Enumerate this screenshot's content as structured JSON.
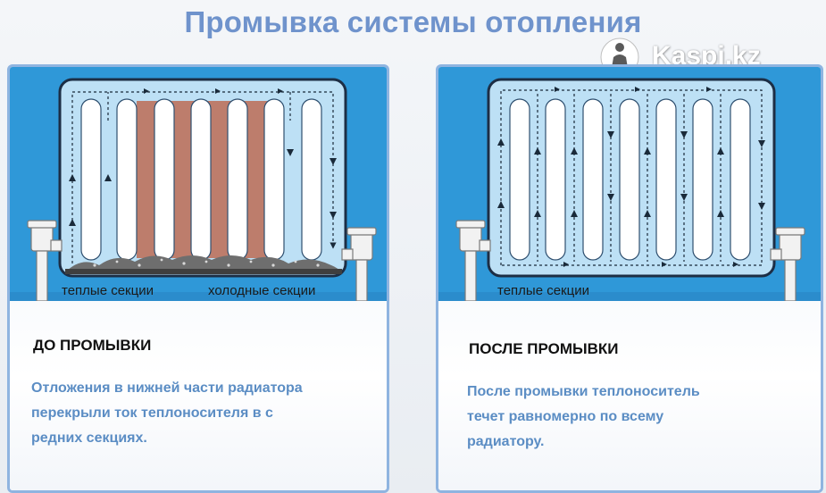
{
  "title": "Промывка системы отопления",
  "watermark": {
    "text": "Kaspi.kz"
  },
  "colors": {
    "background_blue": "#2f98d8",
    "radiator_fill": "#bde0f5",
    "cold_section": "#bd7d6c",
    "title": "#6f93cc",
    "caption": "#5b8dc4"
  },
  "before": {
    "heading": "ДО ПРОМЫВКИ",
    "label_warm": "теплые секции",
    "label_cold": "холодные секции",
    "description_lines": [
      "Отложения в нижней части радиатора",
      "перекрыли ток теплоносителя в с",
      "редних секциях."
    ]
  },
  "after": {
    "heading": "ПОСЛЕ ПРОМЫВКИ",
    "label_warm": "теплые секции",
    "description_lines": [
      "После промывки теплоноситель",
      "течет равномерно по всему",
      "радиатору."
    ]
  }
}
